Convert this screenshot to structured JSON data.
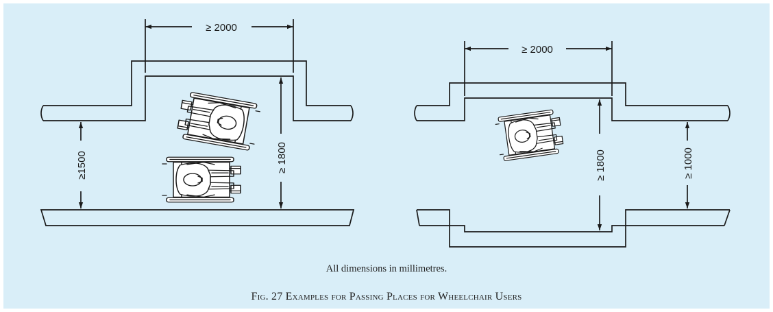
{
  "colors": {
    "background": "#d9eef8",
    "line": "#1a1a1a"
  },
  "dimensions": {
    "left_width": "≥ 2000",
    "left_corridor": "≥1500",
    "left_bay": "≥ 1800",
    "right_width": "≥ 2000",
    "right_bay": "≥ 1800",
    "right_corridor": "≥ 1000"
  },
  "note": "All dimensions in millimetres.",
  "caption": "Fig. 27 Examples for Passing Places for Wheelchair Users",
  "icons": [
    "wheelchair-user-icon"
  ]
}
